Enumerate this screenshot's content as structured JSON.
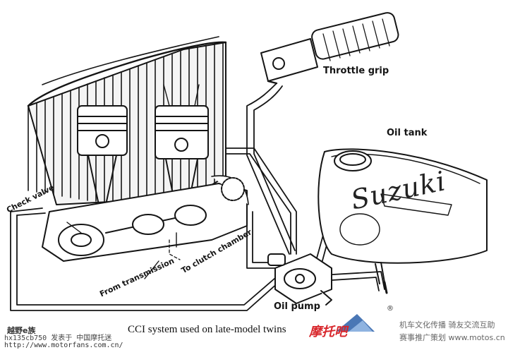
{
  "labels": {
    "throttle_grip": "Throttle grip",
    "oil_tank": "Oil tank",
    "oil_pump": "Oil pump",
    "check_valve": "Check valve",
    "from_transmission": "From transmission",
    "to_clutch_chamber": "To clutch chamber"
  },
  "tank_brand": "Suzuki",
  "caption": "CCI system used on late-model twins",
  "watermark": {
    "left_title": "越野e族",
    "post_line": "hx135cb750 发表于 中国摩托迷",
    "url": "http://www.motorfans.com.cn/",
    "right_line1": "机车文化传播 骑友交流互助",
    "right_line2": "赛事推广策划 www.motos.cn",
    "logo_text": "摩托吧",
    "reg_mark": "®"
  },
  "colors": {
    "ink": "#151515",
    "paper": "#ffffff",
    "logo_red": "#d8262b",
    "logo_blue": "#2a5fa8"
  }
}
